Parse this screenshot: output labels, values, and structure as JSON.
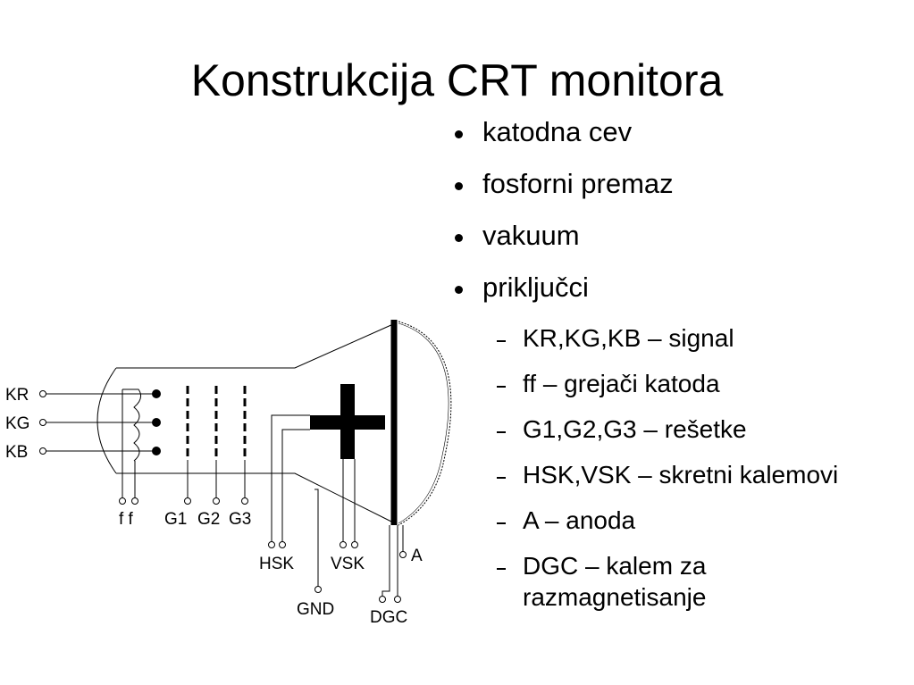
{
  "slide": {
    "title": "Konstrukcija CRT monitora",
    "bullets": [
      "katodna cev",
      "fosforni premaz",
      "vakuum",
      "priključci"
    ],
    "sub_bullets": [
      "KR,KG,KB – signal",
      "ff – grejači katoda",
      "G1,G2,G3 – rešetke",
      "HSK,VSK – skretni kalemovi",
      "A – anoda",
      "DGC – kalem za razmagnetisanje"
    ]
  },
  "diagram": {
    "labels": {
      "kr": "KR",
      "kg": "KG",
      "kb": "KB",
      "ff": "f f",
      "g1": "G1",
      "g2": "G2",
      "g3": "G3",
      "hsk": "HSK",
      "vsk": "VSK",
      "a": "A",
      "gnd": "GND",
      "dgc": "DGC"
    }
  }
}
